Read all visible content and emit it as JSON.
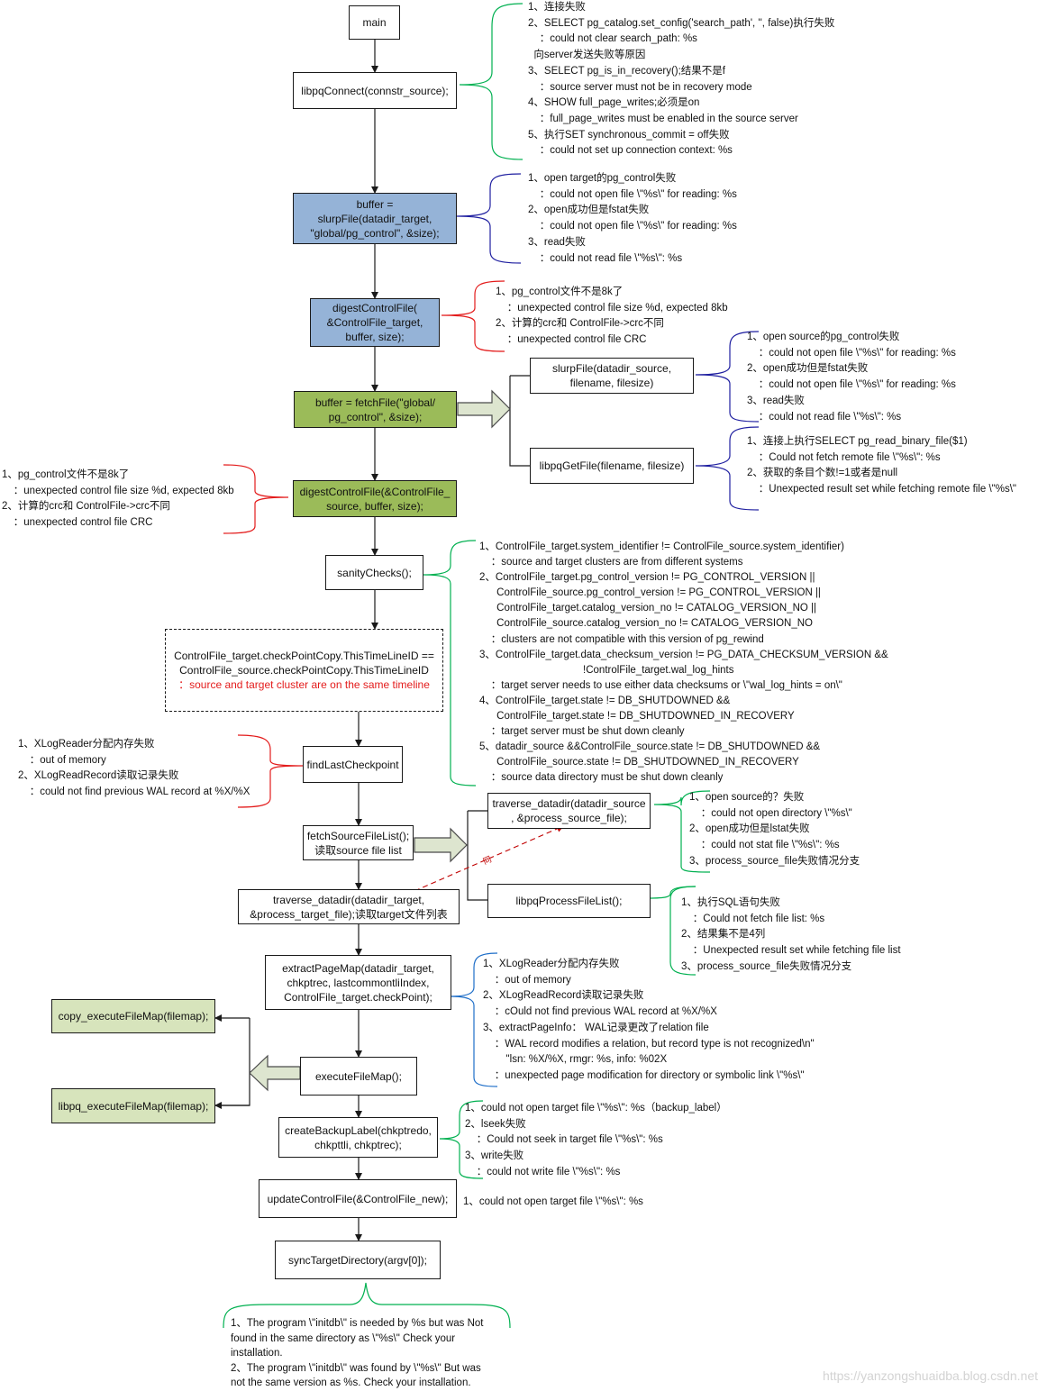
{
  "colors": {
    "blue_fill": "#95b3d7",
    "green_fill": "#9bbb59",
    "light_green_fill": "#d7e4bc",
    "teal_brace": "#00b050",
    "blue_brace": "#1f1fa0",
    "red_brace": "#e31b1b",
    "arrow_fill": "#dde5cf"
  },
  "boxes": {
    "main": "main",
    "libpq_connect": "libpqConnect(connstr_source);",
    "slurp_target": "buffer =\nslurpFile(datadir_target,\n\"global/pg_control\", &size);",
    "digest_target": "digestControlFile(\n&ControlFile_target,\nbuffer, size);",
    "fetch_file": "buffer = fetchFile(\"global/\npg_control\", &size);",
    "slurp_source": "slurpFile(datadir_source,\nfilename, filesize)",
    "libpq_getfile": "libpqGetFile(filename, filesize)",
    "digest_source": "digestControlFile(&ControlFile_\nsource, buffer, size);",
    "sanity_checks": "sanityChecks();",
    "timeline_line1": "ControlFile_target.checkPointCopy.ThisTimeLineID ==",
    "timeline_line2": "ControlFile_source.checkPointCopy.ThisTimeLineID",
    "timeline_line3": "：source and target cluster are on the same timeline",
    "find_last_checkpoint": "findLastCheckpoint",
    "fetch_source_filelist": "fetchSourceFileList();\n读取source file list",
    "traverse_source": "traverse_datadir(datadir_source\n, &process_source_file);",
    "libpq_process_filelist": "libpqProcessFileList();",
    "traverse_target": "traverse_datadir(datadir_target,\n&process_target_file);读取target文件列表",
    "extract_page_map": "extractPageMap(datadir_target,\nchkptrec, lastcommontliIndex,\nControlFile_target.checkPoint);",
    "copy_execute": "copy_executeFileMap(filemap);",
    "execute_filemap": "executeFileMap();",
    "libpq_execute": "libpq_executeFileMap(filemap);",
    "create_backup_label": "createBackupLabel(chkptredo,\nchkpttli, chkptrec);",
    "update_control": "updateControlFile(&ControlFile_new);",
    "sync_target": "syncTargetDirectory(argv[0]);"
  },
  "same_label": "同",
  "notes": {
    "connect": [
      "1、连接失败",
      "2、SELECT pg_catalog.set_config('search_path', '', false)执行失败",
      "    ：could not clear search_path: %s",
      "  向server发送失败等原因",
      "3、SELECT pg_is_in_recovery();结果不是f",
      "    ：source server must not be in recovery mode",
      "4、SHOW full_page_writes;必须是on",
      "    ：full_page_writes must be enabled in the source server",
      "5、执行SET synchronous_commit = off失败",
      "    ：could not set up connection context: %s"
    ],
    "slurp_target": [
      "1、open target的pg_control失败",
      "    ：could not open file \\\"%s\\\" for reading: %s",
      "2、open成功但是fstat失败",
      "    ：could not open file \\\"%s\\\" for reading: %s",
      "3、read失败",
      "    ：could not read file \\\"%s\\\": %s"
    ],
    "digest_target": [
      "1、pg_control文件不是8k了",
      "    ：unexpected control file size %d, expected 8kb",
      "2、计算的crc和 ControlFile->crc不同",
      "    ：unexpected control file CRC"
    ],
    "slurp_source": [
      "1、open source的pg_control失败",
      "    ：could not open file \\\"%s\\\" for reading: %s",
      "2、open成功但是fstat失败",
      "    ：could not open file \\\"%s\\\" for reading: %s",
      "3、read失败",
      "    ：could not read file \\\"%s\\\": %s"
    ],
    "libpq_getfile": [
      "1、连接上执行SELECT pg_read_binary_file($1)",
      "    ：Could not fetch remote file \\\"%s\\\": %s",
      "2、获取的条目个数!=1或者是null",
      "    ：Unexpected result set while fetching remote file \\\"%s\\\""
    ],
    "digest_source": [
      "1、pg_control文件不是8k了",
      "    ：unexpected control file size %d, expected 8kb",
      "2、计算的crc和 ControlFile->crc不同",
      "    ：unexpected control file CRC"
    ],
    "sanity": [
      "1、ControlFile_target.system_identifier != ControlFile_source.system_identifier)",
      "    ：source and target clusters are from different systems",
      "2、ControlFile_target.pg_control_version != PG_CONTROL_VERSION ||",
      "      ControlFile_source.pg_control_version != PG_CONTROL_VERSION ||",
      "      ControlFile_target.catalog_version_no != CATALOG_VERSION_NO ||",
      "      ControlFile_source.catalog_version_no != CATALOG_VERSION_NO",
      "    ：clusters are not compatible with this version of pg_rewind",
      "3、ControlFile_target.data_checksum_version != PG_DATA_CHECKSUM_VERSION &&",
      "                                    !ControlFile_target.wal_log_hints",
      "    ：target server needs to use either data checksums or \\\"wal_log_hints = on\\\"",
      "4、ControlFile_target.state != DB_SHUTDOWNED &&",
      "      ControlFile_target.state != DB_SHUTDOWNED_IN_RECOVERY",
      "    ：target server must be shut down cleanly",
      "5、datadir_source &&ControlFile_source.state != DB_SHUTDOWNED &&",
      "      ControlFile_source.state != DB_SHUTDOWNED_IN_RECOVERY",
      "    ：source data directory must be shut down cleanly"
    ],
    "find_checkpoint": [
      "1、XLogReader分配内存失败",
      "    ：out of memory",
      "2、XLogReadRecord读取记录失败",
      "    ：could not find previous WAL record at %X/%X"
    ],
    "traverse_source": [
      "1、open source的？失败",
      "    ：could not open directory \\\"%s\\\"",
      "2、open成功但是lstat失败",
      "    ：could not stat file \\\"%s\\\": %s",
      "3、process_source_file失败情况分支"
    ],
    "libpq_process": [
      "1、执行SQL语句失败",
      "    ：Could not fetch file list: %s",
      "2、结果集不是4列",
      "    ：Unexpected result set while fetching file list",
      "3、process_source_file失败情况分支"
    ],
    "extract": [
      "1、XLogReader分配内存失败",
      "    ：out of memory",
      "2、XLogReadRecord读取记录失败",
      "    ：cOuld not find previous WAL record at %X/%X",
      "3、extractPageInfo： WAL记录更改了relation file",
      "    ：WAL record modifies a relation, but record type is not recognized\\n\"",
      "        \"lsn: %X/%X, rmgr: %s, info: %02X",
      "    ：unexpected page modification for directory or symbolic link \\\"%s\\\""
    ],
    "backup_label": [
      "1、could not open target file \\\"%s\\\": %s（backup_label）",
      "2、lseek失败",
      "    ：Could not seek in target file \\\"%s\\\": %s",
      "3、write失败",
      "    ：could not write file \\\"%s\\\": %s"
    ],
    "update_control": [
      "1、could not open target file \\\"%s\\\": %s"
    ],
    "sync_target": [
      "1、The program \\\"initdb\\\" is needed by %s but was Not",
      "found in the same directory as \\\"%s\\\" Check your",
      "installation.",
      "2、The program \\\"initdb\\\" was found by \\\"%s\\\" But was",
      "not the same version as %s. Check your installation."
    ]
  },
  "watermark": "https://yanzongshuaidba.blog.csdn.net"
}
